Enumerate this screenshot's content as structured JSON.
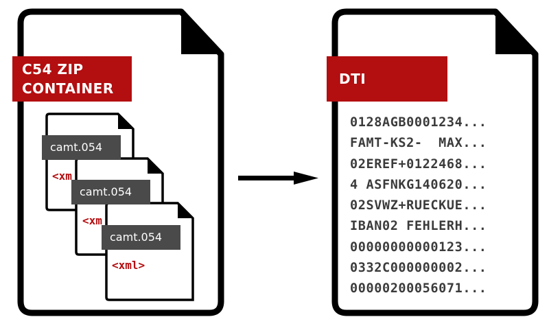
{
  "zip_container": {
    "label_line1": "C54 ZIP",
    "label_line2": "CONTAINER",
    "files": [
      {
        "tag": "camt.054",
        "xml": "<xm"
      },
      {
        "tag": "camt.054",
        "xml": "<xm"
      },
      {
        "tag": "camt.054",
        "xml": "<xml>"
      }
    ]
  },
  "dti_file": {
    "label": "DTI",
    "lines": [
      "0128AGB0001234...",
      "FAMT-KS2-  MAX...",
      "02EREF+0122468...",
      "4 ASFNKG140620...",
      "02SVWZ+RUECKUE...",
      "IBAN02 FEHLERH...",
      "00000000000123...",
      "0332C000000002...",
      "00000200056071..."
    ]
  },
  "colors": {
    "accent_red": "#b30e10",
    "tag_gray": "#4a4a4a",
    "outline": "#000000",
    "text_dark": "#3b3b3b"
  },
  "icons": [
    "document-icon",
    "arrow-right-icon"
  ]
}
